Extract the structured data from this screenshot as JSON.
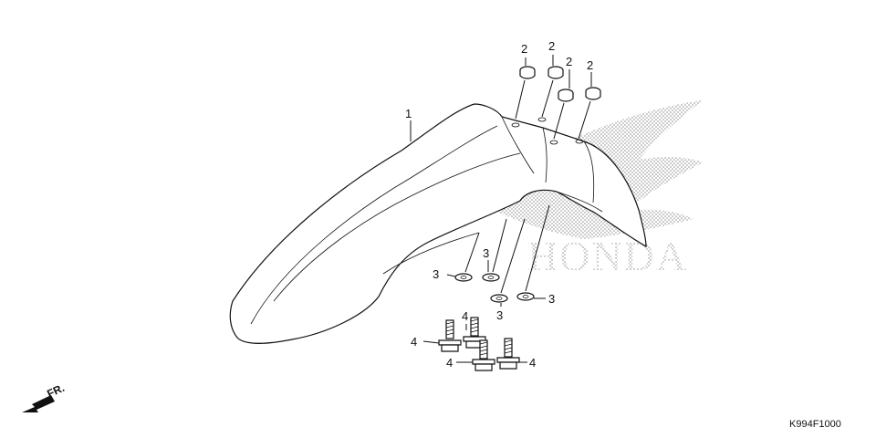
{
  "watermark": {
    "brand": "HONDA",
    "color": "#9a9a9a"
  },
  "callouts": {
    "fender": "1",
    "grommet_1": "2",
    "grommet_2": "2",
    "grommet_3": "2",
    "grommet_4": "2",
    "washer_1": "3",
    "washer_2": "3",
    "washer_3": "3",
    "washer_4": "3",
    "bolt_1": "4",
    "bolt_2": "4",
    "bolt_3": "4",
    "bolt_4": "4"
  },
  "direction": {
    "label": "FR.",
    "icon": "forward-arrow-icon"
  },
  "diagram_code": "K994F1000"
}
